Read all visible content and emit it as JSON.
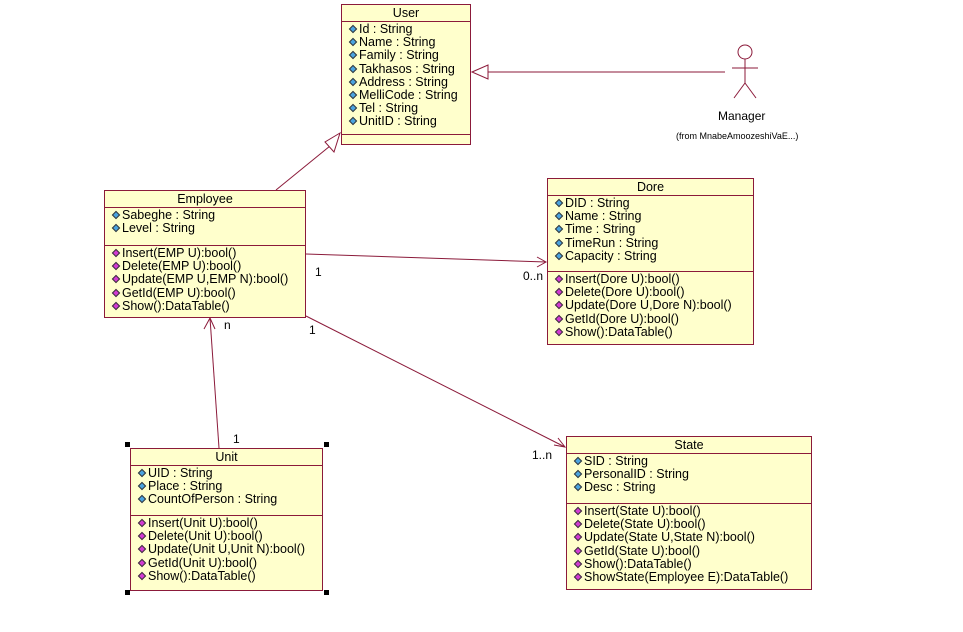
{
  "classes": {
    "user": {
      "name": "User",
      "attributes": [
        "Id : String",
        "Name : String",
        "Family : String",
        "Takhasos : String",
        "Address : String",
        "MelliCode : String",
        "Tel : String",
        "UnitID : String"
      ],
      "operations": []
    },
    "employee": {
      "name": "Employee",
      "attributes": [
        "Sabeghe : String",
        "Level : String"
      ],
      "operations": [
        "Insert(EMP U):bool()",
        "Delete(EMP U):bool()",
        "Update(EMP U,EMP N):bool()",
        "GetId(EMP U):bool()",
        "Show():DataTable()"
      ]
    },
    "dore": {
      "name": "Dore",
      "attributes": [
        "DID : String",
        "Name : String",
        "Time : String",
        "TimeRun : String",
        "Capacity : String"
      ],
      "operations": [
        "Insert(Dore U):bool()",
        "Delete(Dore U):bool()",
        "Update(Dore U,Dore N):bool()",
        "GetId(Dore U):bool()",
        "Show():DataTable()"
      ]
    },
    "unit": {
      "name": "Unit",
      "attributes": [
        "UID : String",
        "Place : String",
        "CountOfPerson : String"
      ],
      "operations": [
        "Insert(Unit U):bool()",
        "Delete(Unit U):bool()",
        "Update(Unit U,Unit N):bool()",
        "GetId(Unit U):bool()",
        "Show():DataTable()"
      ]
    },
    "state": {
      "name": "State",
      "attributes": [
        "SID : String",
        "PersonalID : String",
        "Desc : String"
      ],
      "operations": [
        "Insert(State U):bool()",
        "Delete(State U):bool()",
        "Update(State U,State N):bool()",
        "GetId(State U):bool()",
        "Show():DataTable()",
        "ShowState(Employee E):DataTable()"
      ]
    }
  },
  "actor": {
    "name": "Manager",
    "from": "(from MnabeAmoozeshiVaE...)"
  },
  "multiplicities": {
    "emp_dore_src": "1",
    "emp_dore_dst": "0..n",
    "emp_state_src": "1",
    "emp_state_dst": "1..n",
    "unit_emp_src": "1",
    "unit_emp_dst": "n"
  },
  "colors": {
    "line": "#8b1a3a",
    "class_fill": "#ffffcc",
    "attr_icon": "#4aa3df",
    "op_icon": "#d23ad2"
  },
  "icons": {
    "attribute": "attribute-icon",
    "operation": "operation-icon",
    "actor": "actor-stick-figure-icon"
  }
}
